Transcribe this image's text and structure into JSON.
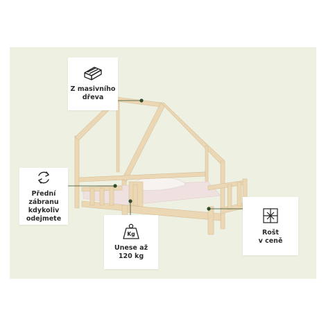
{
  "colors": {
    "background": "#eef0e2",
    "wood": "#ecd7b5",
    "wood_shadow": "#d6bf98",
    "mattress": "#efe1e0",
    "accent": "#2f4a2c"
  },
  "features": {
    "wood": {
      "line1": "Z masivního",
      "line2": "dřeva",
      "icon": "wood-plank-icon"
    },
    "rail": {
      "line1": "Přední zábranu",
      "line2": "kdykoliv",
      "line3": "odejmete",
      "icon": "rotate-arrows-icon"
    },
    "weight": {
      "line1": "Unese až",
      "line2": "120 kg",
      "icon": "kg-weight-icon",
      "icon_text": "Kg"
    },
    "slats": {
      "line1": "Rošt",
      "line2": "v ceně",
      "icon": "slatted-base-icon"
    }
  }
}
